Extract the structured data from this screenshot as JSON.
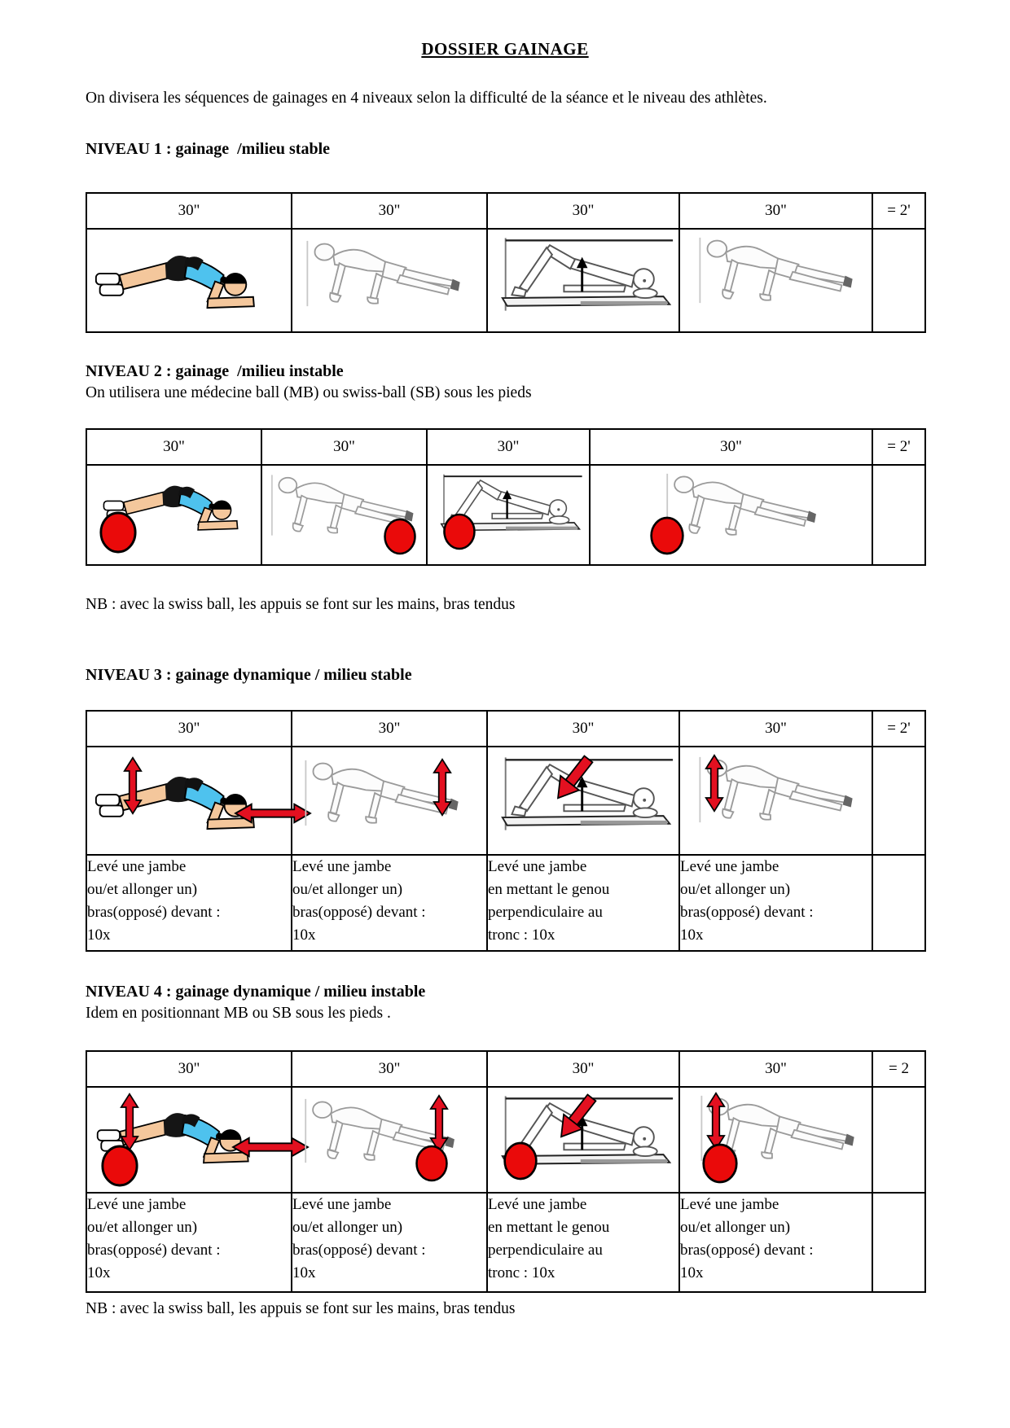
{
  "document": {
    "title": "DOSSIER GAINAGE",
    "intro": "On divisera les séquences de gainages en 4 niveaux selon la difficulté de la séance et le niveau des athlètes.",
    "nb_note": "NB : avec la swiss ball, les appuis se font sur les mains, bras tendus"
  },
  "levels": [
    {
      "heading": "NIVEAU 1 : gainage  /milieu stable",
      "subheading": "",
      "durations": [
        "30\"",
        "30\"",
        "30\"",
        "30\""
      ],
      "total": "= 2'",
      "exercises": [
        "front-plank-on-elbows",
        "side-plank",
        "glute-bridge",
        "side-plank-reverse"
      ],
      "notes": []
    },
    {
      "heading": "NIVEAU 2 : gainage  /milieu instable",
      "subheading": "On utilisera une médecine ball (MB) ou swiss-ball (SB) sous les pieds",
      "durations": [
        "30\"",
        "30\"",
        "30\"",
        "30\""
      ],
      "total": "= 2'",
      "exercises": [
        "front-plank-on-elbows-with-ball",
        "side-plank-with-ball",
        "glute-bridge-with-ball",
        "side-plank-reverse-with-ball"
      ],
      "notes": []
    },
    {
      "heading": "NIVEAU 3 : gainage dynamique / milieu stable",
      "subheading": "",
      "durations": [
        "30\"",
        "30\"",
        "30\"",
        "30\""
      ],
      "total": "= 2'",
      "exercises": [
        "front-plank-dynamic",
        "side-plank-dynamic",
        "glute-bridge-dynamic",
        "side-plank-reverse-dynamic"
      ],
      "notes": [
        "Levé une jambe\nou/et allonger un)\nbras(opposé) devant :\n10x",
        "Levé une jambe\nou/et allonger un)\nbras(opposé) devant :\n10x",
        "Levé une jambe\nen mettant le genou\nperpendiculaire au\ntronc : 10x",
        "Levé une jambe\nou/et allonger un)\nbras(opposé) devant :\n10x"
      ]
    },
    {
      "heading": "NIVEAU 4 : gainage dynamique / milieu instable",
      "subheading": "Idem en positionnant MB ou SB sous les pieds .",
      "durations": [
        "30\"",
        "30\"",
        "30\"",
        "30\""
      ],
      "total": "= 2",
      "exercises": [
        "front-plank-dynamic-with-ball",
        "side-plank-dynamic-with-ball",
        "glute-bridge-dynamic-with-ball",
        "side-plank-reverse-dynamic-with-ball"
      ],
      "notes": [
        "Levé une jambe\nou/et allonger un)\nbras(opposé) devant :\n10x",
        "Levé une jambe\nou/et allonger un)\nbras(opposé) devant :\n10x",
        "Levé une jambe\nen mettant le genou\nperpendiculaire au\ntronc : 10x",
        "Levé une jambe\nou/et allonger un)\nbras(opposé) devant :\n10x"
      ]
    }
  ],
  "icons": {
    "medicine_ball": "medicine-ball-icon",
    "up_down_arrow": "up-down-arrow-icon",
    "left_right_arrow": "left-right-arrow-icon",
    "diagonal_arrow": "diagonal-arrow-icon"
  },
  "colors": {
    "ball_red": "#ea0a0a",
    "arrow_red": "#e31020",
    "shirt_blue": "#4ec2ee",
    "skin_tone": "#f4c79c",
    "sketch_gray": "#9a9a9a",
    "border_black": "#000000"
  }
}
